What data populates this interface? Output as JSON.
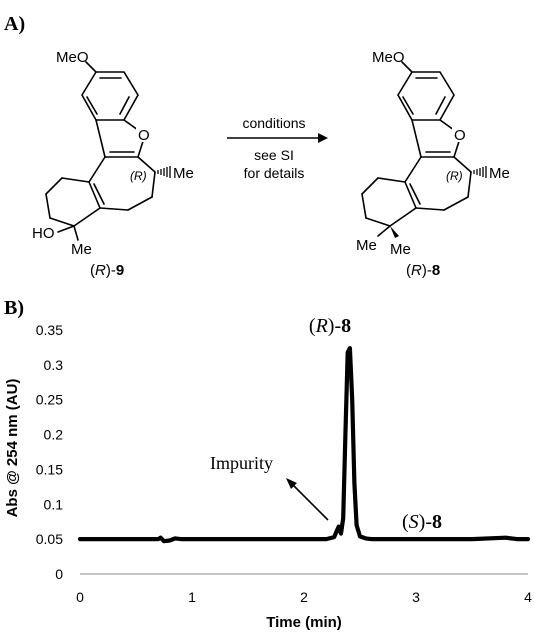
{
  "panel_a": {
    "label": "A)",
    "reactant": {
      "ome": "MeO",
      "o": "O",
      "ho": "HO",
      "me_quat": "Me",
      "me_stereo": "Me",
      "stereo": "(R)",
      "caption_r": "R",
      "caption_num": "9"
    },
    "arrow": {
      "above": "conditions",
      "below_1": "see SI",
      "below_2": "for details"
    },
    "product": {
      "ome": "MeO",
      "o": "O",
      "me_a": "Me",
      "me_b": "Me",
      "me_stereo": "Me",
      "stereo": "(R)",
      "caption_r": "R",
      "caption_num": "8"
    }
  },
  "panel_b": {
    "label": "B)",
    "annotations": {
      "main_r": "R",
      "main_num": "8",
      "impurity": "Impurity",
      "minor_s": "S",
      "minor_num": "8"
    }
  },
  "chart_data": {
    "type": "line",
    "xlabel": "Time (min)",
    "ylabel": "Abs @ 254 nm (AU)",
    "xlim": [
      0,
      4
    ],
    "ylim": [
      0,
      0.35
    ],
    "xticks": [
      "0",
      "1",
      "2",
      "3",
      "4"
    ],
    "yticks": [
      "0",
      "0.05",
      "0.1",
      "0.15",
      "0.2",
      "0.25",
      "0.3",
      "0.35"
    ],
    "grid": false,
    "series": [
      {
        "x": [
          0,
          0.5,
          0.7,
          0.72,
          0.75,
          0.8,
          0.85,
          0.9,
          1.0,
          1.5,
          2.0,
          2.2,
          2.27,
          2.29,
          2.31,
          2.33,
          2.35,
          2.37,
          2.39,
          2.41,
          2.43,
          2.45,
          2.47,
          2.5,
          2.55,
          2.6,
          2.8,
          3.0,
          3.5,
          3.8,
          3.9,
          4.0
        ],
        "y": [
          0.05,
          0.05,
          0.05,
          0.052,
          0.047,
          0.048,
          0.051,
          0.05,
          0.05,
          0.05,
          0.05,
          0.05,
          0.053,
          0.061,
          0.068,
          0.058,
          0.08,
          0.2,
          0.318,
          0.324,
          0.25,
          0.13,
          0.07,
          0.054,
          0.051,
          0.05,
          0.05,
          0.05,
          0.05,
          0.052,
          0.05,
          0.05
        ]
      }
    ]
  }
}
